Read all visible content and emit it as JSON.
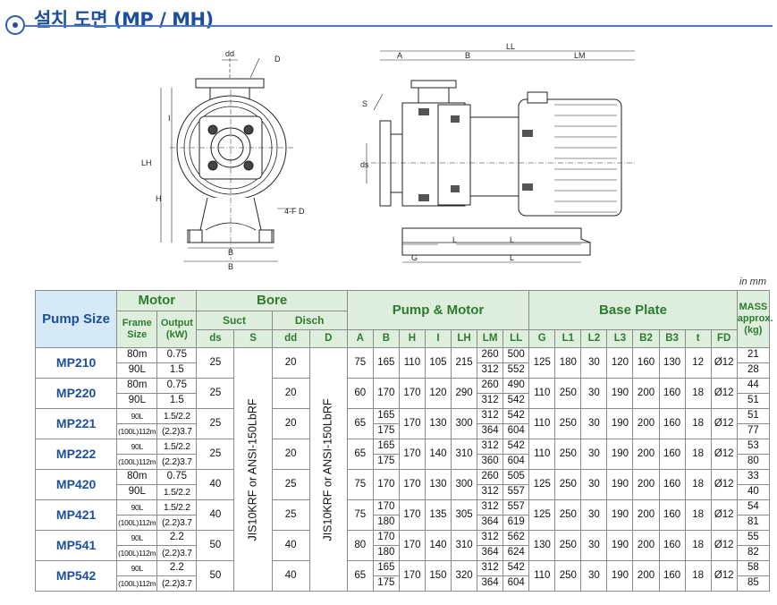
{
  "header": {
    "title": "설치 도면 (MP / MH)"
  },
  "drawing_labels": {
    "front": {
      "dd": "dd",
      "d": "D",
      "i": "I",
      "lh": "LH",
      "h": "H",
      "fd": "4-F D",
      "b": "B",
      "b2": "B"
    },
    "side": {
      "ll": "LL",
      "a": "A",
      "b": "B",
      "lm": "LM",
      "s": "S",
      "ds": "ds",
      "l": "L",
      "l2": "L",
      "g": "G",
      "l3": "L"
    }
  },
  "unit_note": "in mm",
  "table": {
    "group_headers": {
      "size": "Pump Size",
      "motor": "Motor",
      "bore": "Bore",
      "pump_motor": "Pump & Motor",
      "base_plate": "Base Plate",
      "mass": "MASS approx. (kg)"
    },
    "sub_headers": {
      "frame_size": "Frame Size",
      "output": "Output (kW)",
      "suct": "Suct",
      "disch": "Disch"
    },
    "columns": {
      "ds": "ds",
      "s": "S",
      "dd": "dd",
      "d": "D",
      "a": "A",
      "b": "B",
      "h": "H",
      "i": "I",
      "lh": "LH",
      "lm": "LM",
      "ll": "LL",
      "g": "G",
      "l1": "L1",
      "l2": "L2",
      "l3": "L3",
      "b2": "B2",
      "b3": "B3",
      "t": "t",
      "fd": "FD"
    },
    "flange_standard": "JIS10KRF or ANSI-150LbRF",
    "rows": [
      {
        "model": "MP210",
        "frame": [
          "80m",
          "90L"
        ],
        "output": [
          "0.75",
          "1.5"
        ],
        "ds": "25",
        "dd": "20",
        "a": "75",
        "b": [
          "165"
        ],
        "h": "110",
        "i": "105",
        "lh": "215",
        "lm": [
          "260",
          "312"
        ],
        "ll": [
          "500",
          "552"
        ],
        "g": "125",
        "l1": "180",
        "l2": "30",
        "l3": "120",
        "b2": "160",
        "b3": "130",
        "t": "12",
        "fd": "Ø12",
        "mass": [
          "21",
          "28"
        ]
      },
      {
        "model": "MP220",
        "frame": [
          "80m",
          "90L"
        ],
        "output": [
          "0.75",
          "1.5"
        ],
        "ds": "25",
        "dd": "20",
        "a": "60",
        "b": [
          "170"
        ],
        "h": "170",
        "i": "120",
        "lh": "290",
        "lm": [
          "260",
          "312"
        ],
        "ll": [
          "490",
          "542"
        ],
        "g": "110",
        "l1": "250",
        "l2": "30",
        "l3": "190",
        "b2": "200",
        "b3": "160",
        "t": "18",
        "fd": "Ø12",
        "mass": [
          "44",
          "51"
        ]
      },
      {
        "model": "MP221",
        "frame": [
          "90L",
          "(100L)112m"
        ],
        "output": [
          "1.5/2.2",
          "(2.2)3.7"
        ],
        "ds": "25",
        "dd": "20",
        "a": "65",
        "b": [
          "165",
          "175"
        ],
        "h": "170",
        "i": "130",
        "lh": "300",
        "lm": [
          "312",
          "364"
        ],
        "ll": [
          "542",
          "604"
        ],
        "g": "110",
        "l1": "250",
        "l2": "30",
        "l3": "190",
        "b2": "200",
        "b3": "160",
        "t": "18",
        "fd": "Ø12",
        "mass": [
          "51",
          "77"
        ]
      },
      {
        "model": "MP222",
        "frame": [
          "90L",
          "(100L)112m"
        ],
        "output": [
          "1.5/2.2",
          "(2.2)3.7"
        ],
        "ds": "25",
        "dd": "20",
        "a": "65",
        "b": [
          "165",
          "175"
        ],
        "h": "170",
        "i": "140",
        "lh": "310",
        "lm": [
          "312",
          "360"
        ],
        "ll": [
          "542",
          "604"
        ],
        "g": "110",
        "l1": "250",
        "l2": "30",
        "l3": "190",
        "b2": "200",
        "b3": "160",
        "t": "18",
        "fd": "Ø12",
        "mass": [
          "53",
          "80"
        ]
      },
      {
        "model": "MP420",
        "frame": [
          "80m",
          "90L"
        ],
        "output": [
          "0.75",
          "1.5/2.2"
        ],
        "ds": "40",
        "dd": "25",
        "a": "75",
        "b": [
          "170"
        ],
        "h": "170",
        "i": "130",
        "lh": "300",
        "lm": [
          "260",
          "312"
        ],
        "ll": [
          "505",
          "557"
        ],
        "g": "125",
        "l1": "250",
        "l2": "30",
        "l3": "190",
        "b2": "200",
        "b3": "160",
        "t": "18",
        "fd": "Ø12",
        "mass": [
          "33",
          "40"
        ]
      },
      {
        "model": "MP421",
        "frame": [
          "90L",
          "(100L)112m"
        ],
        "output": [
          "1.5/2.2",
          "(2.2)3.7"
        ],
        "ds": "40",
        "dd": "25",
        "a": "75",
        "b": [
          "170",
          "180"
        ],
        "h": "170",
        "i": "135",
        "lh": "305",
        "lm": [
          "312",
          "364"
        ],
        "ll": [
          "557",
          "619"
        ],
        "g": "125",
        "l1": "250",
        "l2": "30",
        "l3": "190",
        "b2": "200",
        "b3": "160",
        "t": "18",
        "fd": "Ø12",
        "mass": [
          "54",
          "81"
        ]
      },
      {
        "model": "MP541",
        "frame": [
          "90L",
          "(100L)112m"
        ],
        "output": [
          "2.2",
          "(2.2)3.7"
        ],
        "ds": "50",
        "dd": "40",
        "a": "80",
        "b": [
          "170",
          "180"
        ],
        "h": "170",
        "i": "140",
        "lh": "310",
        "lm": [
          "312",
          "364"
        ],
        "ll": [
          "562",
          "624"
        ],
        "g": "130",
        "l1": "250",
        "l2": "30",
        "l3": "190",
        "b2": "200",
        "b3": "160",
        "t": "18",
        "fd": "Ø12",
        "mass": [
          "55",
          "82"
        ]
      },
      {
        "model": "MP542",
        "frame": [
          "90L",
          "(100L)112m"
        ],
        "output": [
          "2.2",
          "(2.2)3.7"
        ],
        "ds": "50",
        "dd": "40",
        "a": "65",
        "b": [
          "165",
          "175"
        ],
        "h": "170",
        "i": "150",
        "lh": "320",
        "lm": [
          "312",
          "364"
        ],
        "ll": [
          "542",
          "604"
        ],
        "g": "110",
        "l1": "250",
        "l2": "30",
        "l3": "190",
        "b2": "200",
        "b3": "160",
        "t": "18",
        "fd": "Ø12",
        "mass": [
          "58",
          "85"
        ]
      }
    ]
  }
}
